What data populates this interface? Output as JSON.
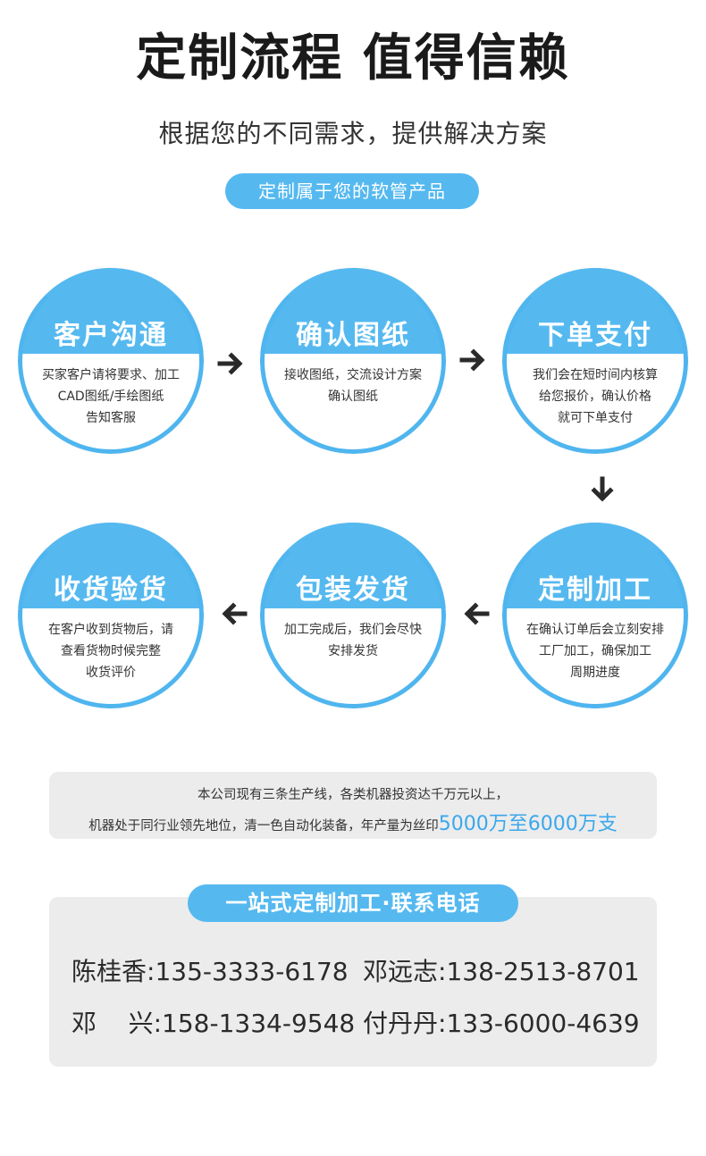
{
  "header": {
    "title": "定制流程 值得信赖",
    "subtitle": "根据您的不同需求，提供解决方案",
    "pill": "定制属于您的软管产品"
  },
  "steps": [
    {
      "name": "客户沟通",
      "lines": [
        "买家客户请将要求、加工",
        "CAD图纸/手绘图纸",
        "告知客服"
      ]
    },
    {
      "name": "确认图纸",
      "lines": [
        "接收图纸，交流设计方案",
        "确认图纸",
        ""
      ]
    },
    {
      "name": "下单支付",
      "lines": [
        "我们会在短时间内核算",
        "给您报价，确认价格",
        "就可下单支付"
      ]
    },
    {
      "name": "定制加工",
      "lines": [
        "在确认订单后会立刻安排",
        "工厂加工，确保加工",
        "周期进度"
      ]
    },
    {
      "name": "包装发货",
      "lines": [
        "加工完成后，我们会尽快",
        "安排发货",
        ""
      ]
    },
    {
      "name": "收货验货",
      "lines": [
        "在客户收到货物后，请",
        "查看货物时候完整",
        "收货评价"
      ]
    }
  ],
  "info": {
    "line1": "本公司现有三条生产线，各类机器投资达千万元以上，",
    "line2_prefix": "机器处于同行业领先地位，清一色自动化装备，年产量为丝印",
    "line2_highlight": "5000万至6000万支"
  },
  "contact": {
    "title": "一站式定制加工·联系电话",
    "entries": [
      {
        "label": "陈桂香:",
        "phone": "135-3333-6178"
      },
      {
        "label": "邓远志:",
        "phone": "138-2513-8701"
      },
      {
        "label": "邓    兴:",
        "phone": "158-1334-9548"
      },
      {
        "label": "付丹丹:",
        "phone": "133-6000-4639"
      }
    ]
  },
  "colors": {
    "accent": "#55b9f0",
    "highlight": "#3aa8ec",
    "panel": "#ececec"
  }
}
